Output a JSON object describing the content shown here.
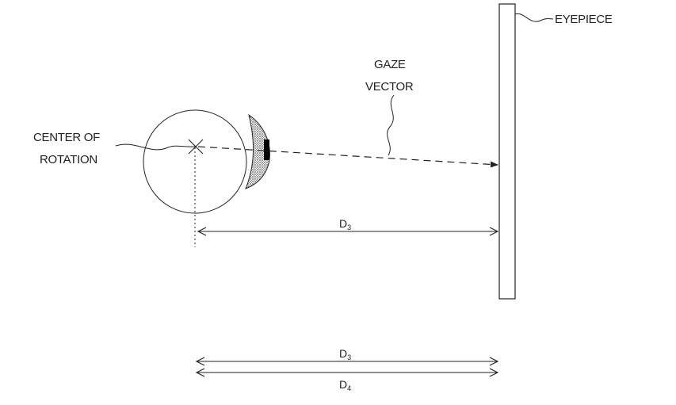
{
  "labels": {
    "eyepiece": "EYEPIECE",
    "gaze_line1": "GAZE",
    "gaze_line2": "VECTOR",
    "center_line1": "CENTER OF",
    "center_line2": "ROTATION"
  },
  "dimensions": {
    "d3_main": {
      "letter": "D",
      "sub": "3"
    },
    "d3_lower": {
      "letter": "D",
      "sub": "3"
    },
    "d4_lower": {
      "letter": "D",
      "sub": "4"
    }
  },
  "colors": {
    "stroke": "#222222",
    "iris_fill": "#7a7a7a",
    "pupil_fill": "#000000"
  }
}
